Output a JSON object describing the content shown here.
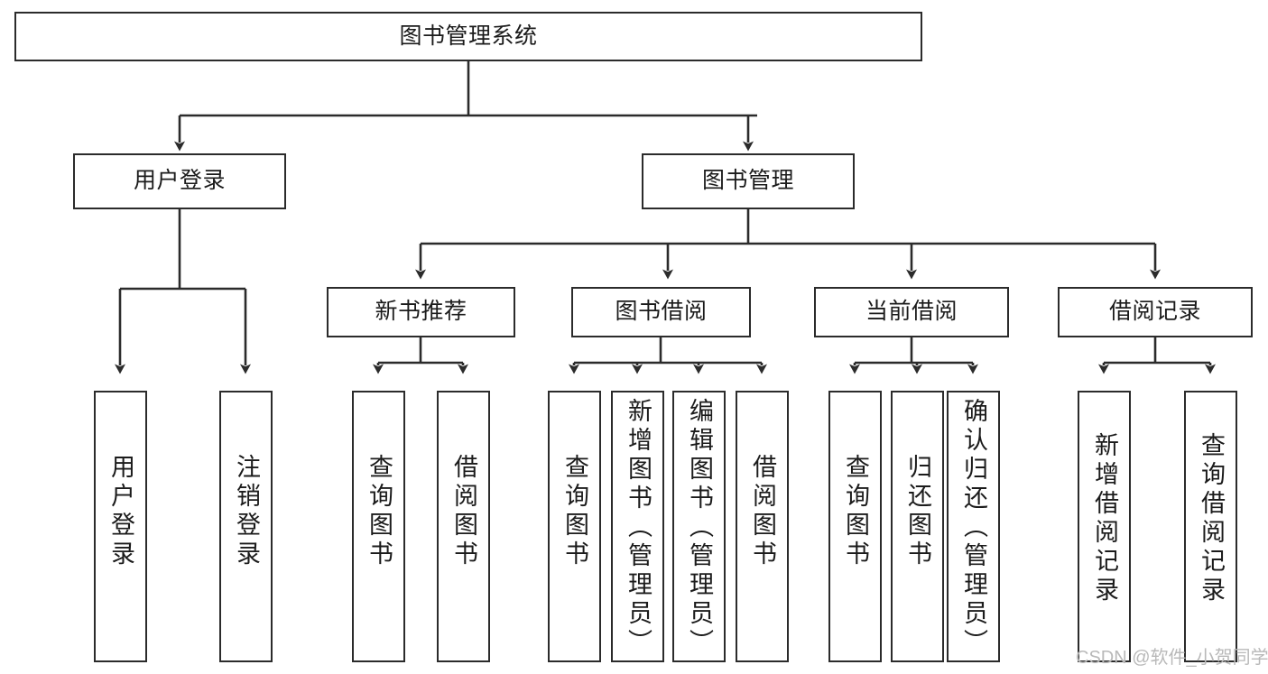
{
  "diagram": {
    "type": "tree-hierarchy",
    "title": "图书管理系统",
    "watermark": "CSDN @软件_小贺同学",
    "colors": {
      "stroke": "#2b2b2b",
      "fill": "#ffffff",
      "text": "#1b1b1b",
      "watermark": "#b9b9b9"
    },
    "levels": [
      {
        "level": 1,
        "nodes": [
          {
            "id": "root",
            "label": "图书管理系统",
            "orientation": "horizontal"
          }
        ]
      },
      {
        "level": 2,
        "nodes": [
          {
            "id": "login",
            "label": "用户登录",
            "orientation": "horizontal",
            "parent": "root"
          },
          {
            "id": "bookmgmt",
            "label": "图书管理",
            "orientation": "horizontal",
            "parent": "root"
          }
        ]
      },
      {
        "level": 3,
        "nodes": [
          {
            "id": "newbook",
            "label": "新书推荐",
            "orientation": "horizontal",
            "parent": "bookmgmt"
          },
          {
            "id": "borrow",
            "label": "图书借阅",
            "orientation": "horizontal",
            "parent": "bookmgmt"
          },
          {
            "id": "current",
            "label": "当前借阅",
            "orientation": "horizontal",
            "parent": "bookmgmt"
          },
          {
            "id": "records",
            "label": "借阅记录",
            "orientation": "horizontal",
            "parent": "bookmgmt"
          }
        ]
      },
      {
        "level": 4,
        "nodes": [
          {
            "id": "leaf1",
            "label": "用户登录",
            "orientation": "vertical",
            "parent": "login"
          },
          {
            "id": "leaf2",
            "label": "注销登录",
            "orientation": "vertical",
            "parent": "login"
          },
          {
            "id": "leaf3",
            "label": "查询图书",
            "orientation": "vertical",
            "parent": "newbook"
          },
          {
            "id": "leaf4",
            "label": "借阅图书",
            "orientation": "vertical",
            "parent": "newbook"
          },
          {
            "id": "leaf5",
            "label": "查询图书",
            "orientation": "vertical",
            "parent": "borrow"
          },
          {
            "id": "leaf6",
            "label": "新增图书（管理员）",
            "orientation": "vertical",
            "parent": "borrow"
          },
          {
            "id": "leaf7",
            "label": "编辑图书（管理员）",
            "orientation": "vertical",
            "parent": "borrow"
          },
          {
            "id": "leaf8",
            "label": "借阅图书",
            "orientation": "vertical",
            "parent": "borrow"
          },
          {
            "id": "leaf9",
            "label": "查询图书",
            "orientation": "vertical",
            "parent": "current"
          },
          {
            "id": "leaf10",
            "label": "归还图书",
            "orientation": "vertical",
            "parent": "current"
          },
          {
            "id": "leaf11",
            "label": "确认归还（管理员）",
            "orientation": "vertical",
            "parent": "current"
          },
          {
            "id": "leaf12",
            "label": "新增借阅记录",
            "orientation": "vertical",
            "parent": "records"
          },
          {
            "id": "leaf13",
            "label": "查询借阅记录",
            "orientation": "vertical",
            "parent": "records"
          }
        ]
      }
    ]
  }
}
